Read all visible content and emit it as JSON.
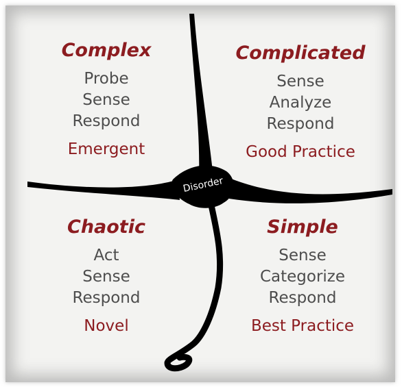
{
  "center_label": "Disorder",
  "domains": {
    "complex": {
      "title": "Complex",
      "steps": [
        "Probe",
        "Sense",
        "Respond"
      ],
      "practice": "Emergent"
    },
    "complicated": {
      "title": "Complicated",
      "steps": [
        "Sense",
        "Analyze",
        "Respond"
      ],
      "practice": "Good Practice"
    },
    "chaotic": {
      "title": "Chaotic",
      "steps": [
        "Act",
        "Sense",
        "Respond"
      ],
      "practice": "Novel"
    },
    "simple": {
      "title": "Simple",
      "steps": [
        "Sense",
        "Categorize",
        "Respond"
      ],
      "practice": "Best Practice"
    }
  },
  "colors": {
    "title": "#8c1c20",
    "step_text": "#4d4d4d",
    "boundary": "#000000",
    "paper": "#f3f3f1"
  }
}
